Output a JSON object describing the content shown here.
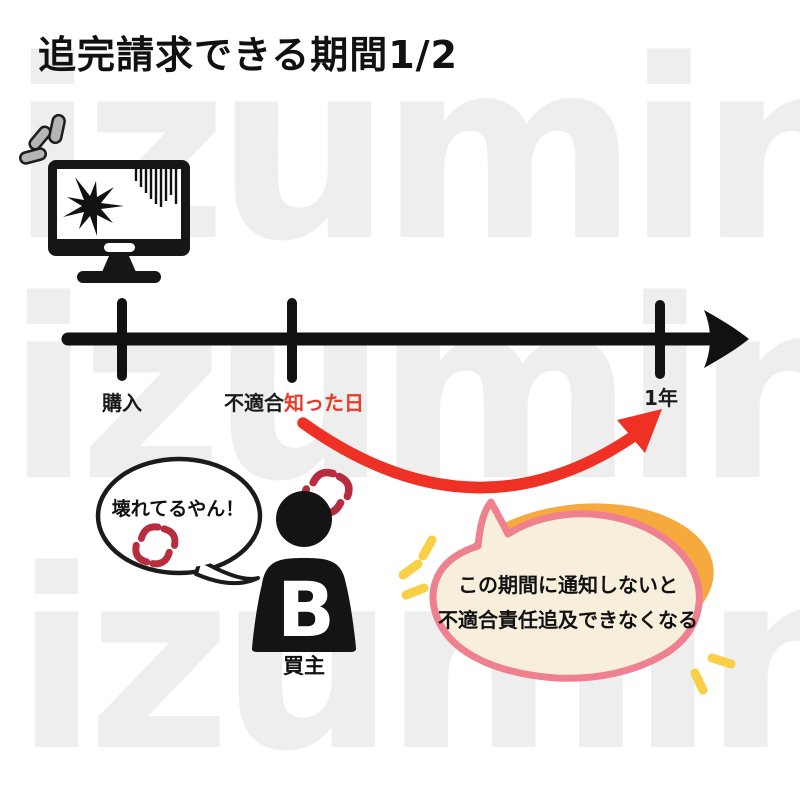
{
  "title": "追完請求できる期間1/2",
  "watermark": {
    "text": "izumin",
    "color": "#eeeeee"
  },
  "timeline": {
    "ticks": [
      {
        "label": "購入"
      },
      {
        "label_prefix": "不適合",
        "label_highlight": "知った日",
        "highlight_color": "#e73a2c"
      },
      {
        "label": "1年"
      }
    ],
    "arrow_color": "#111111"
  },
  "deadline_arrow": {
    "color": "#ee3124"
  },
  "buyer": {
    "badge": "B",
    "label": "買主",
    "speech": "壊れてるやん！",
    "anger_color": "#b72c3e"
  },
  "notice_bubble": {
    "line1": "この期間に通知しないと",
    "line2": "不適合責任追及できなくなる",
    "fill": "#f7efdc",
    "border": "#ef8090",
    "shadow": "#f6a93d",
    "sparkle": "#f8cf45"
  },
  "colors": {
    "text": "#1a1a1a",
    "background": "#ffffff",
    "computer_gray": "#b5b5b5"
  }
}
